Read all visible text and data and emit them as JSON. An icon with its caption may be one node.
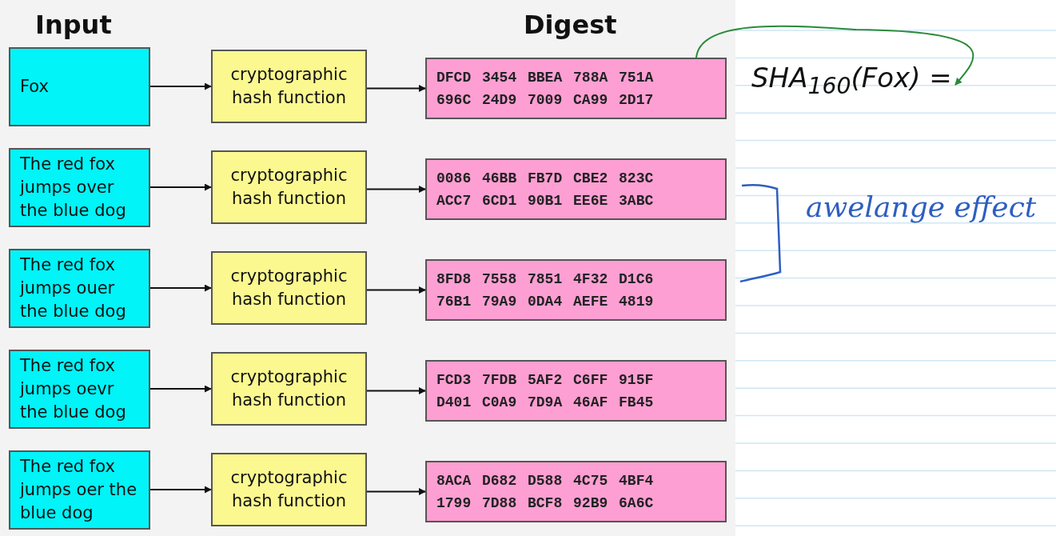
{
  "diagram": {
    "nodes": [
      {
        "text": [
          "Fox"
        ]
      },
      {
        "text": [
          "cryptographic hash function"
        ]
      },
      {
        "text": [
          "DFCD 3454 BBEA 788A 751A 696C 24D9 7009 CA99 2D17"
        ]
      },
      {
        "text": [
          "The red fox jumps over the blue dog"
        ]
      },
      {
        "text": [
          "cryptographic hash function"
        ]
      },
      {
        "text": [
          "0086 46BB FB7D CBE2 823C ACC7 6CD1 90B1 EE6E 3ABC"
        ]
      },
      {
        "text": [
          "The red fox jumps ouer the blue dog"
        ]
      },
      {
        "text": [
          "cryptographic hash function"
        ]
      },
      {
        "text": [
          "8FD8 7558 7851 4F32 D1C6 76B1 79A9 0DA4 AEFE 4819"
        ]
      },
      {
        "text": [
          "The red fox jumps oevr the blue dog"
        ]
      },
      {
        "text": [
          "cryptographic hash function"
        ]
      },
      {
        "text": [
          "FCD3 7FDB 5AF2 C6FF 915F D401 C0A9 7D9A 46AF FB45"
        ]
      },
      {
        "text": [
          "The red fox jumps oer the blue dog"
        ]
      },
      {
        "text": [
          "cryptographic hash function"
        ]
      },
      {
        "text": [
          "8ACA D682 D588 4C75 4BF4 1799 7D88 BCF8 92B9 6A6C"
        ]
      },
      {
        "text": [
          "SHA$_{160}$(Fox) ="
        ]
      }
    ],
    "edges": [
      {
        "from": 0,
        "to": 1,
        "arrow": "to"
      },
      {
        "from": 1,
        "to": 2,
        "arrow": "to"
      },
      {
        "from": 3,
        "to": 4,
        "arrow": "to"
      },
      {
        "from": 4,
        "to": 5,
        "arrow": "to"
      },
      {
        "from": 6,
        "to": 7,
        "arrow": "to"
      },
      {
        "from": 7,
        "to": 8,
        "arrow": "to"
      },
      {
        "from": 9,
        "to": 10,
        "arrow": "to"
      },
      {
        "from": 10,
        "to": 11,
        "arrow": "to"
      },
      {
        "from": 12,
        "to": 13,
        "arrow": "to"
      },
      {
        "from": 13,
        "to": 14,
        "arrow": "to"
      },
      {
        "from": 2,
        "to": 15,
        "arrow": "to",
        "color": "#2a8a3a"
      }
    ],
    "labels": [
      "Input",
      "Digest",
      "awelange effect"
    ]
  }
}
